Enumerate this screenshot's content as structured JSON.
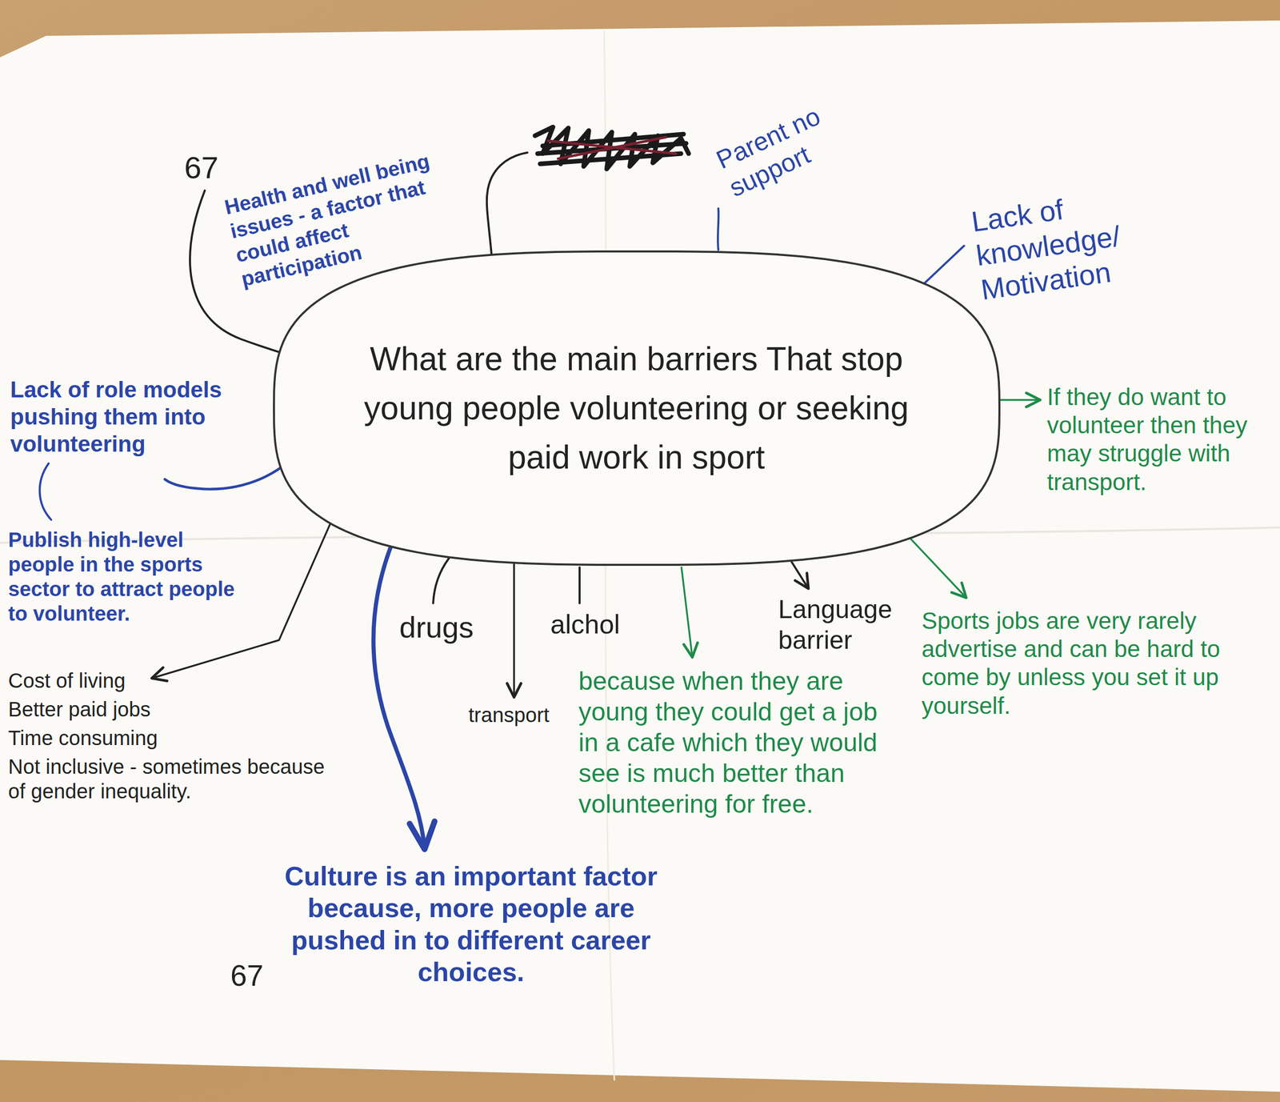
{
  "diagram": {
    "nodes": [
      {
        "text": [
          "What are the main barriers That stop young people volunteering or seeking paid work in sport"
        ]
      }
    ],
    "labels": [
      "Parent no support",
      "Lack of knowledge/ Motivation",
      "67",
      "Health and well being issues - a factor that could affect participation",
      "Lack of role models pushing them into volunteering",
      "If they do want to volunteer then they may struggle with transport.",
      "Publish high-level people in the sports sector to attract people to volunteer.",
      "drugs",
      "alchol",
      "Language barrier",
      "Sports jobs are very rarely advertise and can be hard to come by unless you set it up yourself.",
      "Cost of living",
      "Better paid jobs",
      "Time consuming",
      "Not inclusive - sometimes because of gender inequality.",
      "transport",
      "because when they are young they could get a job in a cafe which they would see is much better than volunteering for free.",
      "Culture is an important factor because, more people are pushed in to different career choices.",
      "67"
    ]
  }
}
